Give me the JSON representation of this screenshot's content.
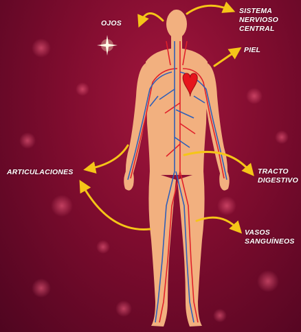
{
  "labels": {
    "ojos": "OJOS",
    "snc": [
      "SISTEMA",
      "NERVIOSO",
      "CENTRAL"
    ],
    "piel": "PIEL",
    "articulaciones": "ARTICULACIONES",
    "tracto": [
      "TRACTO",
      "DIGESTIVO"
    ],
    "vasos": [
      "VASOS",
      "SANGUÍNEOS"
    ]
  },
  "colors": {
    "background": "#7e0c2e",
    "arrow": "#f5c518",
    "skin": "#f2b07f",
    "artery": "#e0202a",
    "vein": "#2f5fb8",
    "label": "#ffffff"
  },
  "icons": [
    "sparkle-icon",
    "heart-icon",
    "arrow-icon"
  ]
}
